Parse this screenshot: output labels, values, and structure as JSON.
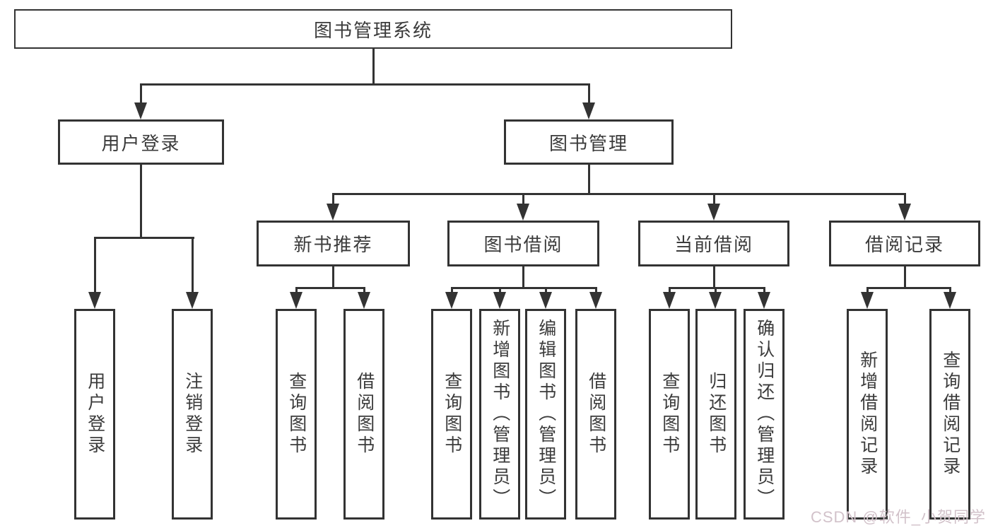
{
  "diagram": {
    "title": "图书管理系统",
    "tree": {
      "label": "图书管理系统",
      "children": [
        {
          "label": "用户登录",
          "children": [
            {
              "label": "用户登录"
            },
            {
              "label": "注销登录"
            }
          ]
        },
        {
          "label": "图书管理",
          "children": [
            {
              "label": "新书推荐",
              "children": [
                {
                  "label": "查询图书"
                },
                {
                  "label": "借阅图书"
                }
              ]
            },
            {
              "label": "图书借阅",
              "children": [
                {
                  "label": "查询图书"
                },
                {
                  "label": "新增图书（管理员）"
                },
                {
                  "label": "编辑图书（管理员）"
                },
                {
                  "label": "借阅图书"
                }
              ]
            },
            {
              "label": "当前借阅",
              "children": [
                {
                  "label": "查询图书"
                },
                {
                  "label": "归还图书"
                },
                {
                  "label": "确认归还（管理员）"
                }
              ]
            },
            {
              "label": "借阅记录",
              "children": [
                {
                  "label": "新增借阅记录"
                },
                {
                  "label": "查询借阅记录"
                }
              ]
            }
          ]
        }
      ]
    },
    "colors": {
      "line": "#333333",
      "box_background": "#ffffff",
      "text": "#3b3b3b",
      "watermark": "#d2c2ca",
      "background": "#ffffff"
    }
  },
  "watermark": {
    "text": "CSDN @软件_小贺同学"
  }
}
